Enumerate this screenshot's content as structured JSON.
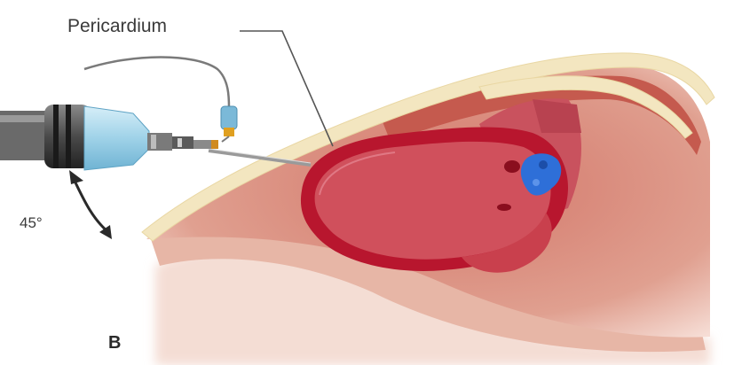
{
  "labels": {
    "pericardium": "Pericardium",
    "angle": "45°",
    "panel": "B"
  },
  "colors": {
    "skin_layer": "#f3e6c0",
    "tissue": "#c9685a",
    "pericardium_wall": "#b8162e",
    "heart": "#d0505c",
    "fluid_blue": "#2e6fd8",
    "syringe_barrel": "#9fd2e8",
    "needle": "#9a9a9a"
  },
  "icons": {
    "syringe": "syringe-icon",
    "angle_arrow": "curved-double-arrow-icon"
  }
}
